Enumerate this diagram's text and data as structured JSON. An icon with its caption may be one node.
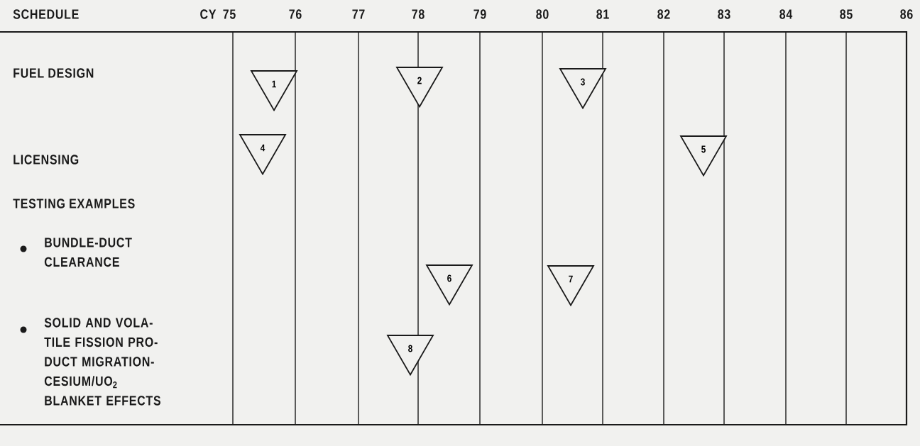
{
  "diagram": {
    "nodes": [
      {
        "text": [
          "1"
        ]
      },
      {
        "text": [
          "2"
        ]
      },
      {
        "text": [
          "3"
        ]
      },
      {
        "text": [
          "4"
        ]
      },
      {
        "text": [
          "5"
        ]
      },
      {
        "text": [
          "6"
        ]
      },
      {
        "text": [
          "7"
        ]
      },
      {
        "text": [
          "8"
        ]
      }
    ],
    "labels": [
      "SCHEDULE",
      "CY",
      "75",
      "76",
      "77",
      "78",
      "79",
      "80",
      "81",
      "82",
      "83",
      "84",
      "85",
      "86",
      "FUEL DESIGN",
      "LICENSING",
      "TESTING EXAMPLES",
      "BUNDLE-DUCT CLEARANCE",
      "SOLID AND VOLA- TILE FISSION PRO- DUCT MIGRATION- CESIUM/UO$_{2}$ BLANKET EFFECTS"
    ]
  }
}
